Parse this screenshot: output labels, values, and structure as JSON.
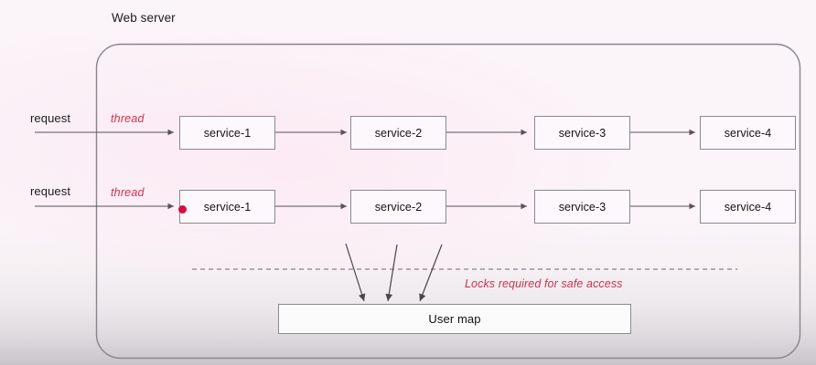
{
  "diagram": {
    "title": "Web server",
    "container_label": "Web server",
    "rows": [
      {
        "request_label": "request",
        "thread_label": "thread",
        "services": [
          "service-1",
          "service-2",
          "service-3",
          "service-4"
        ],
        "has_lock_marker": false
      },
      {
        "request_label": "request",
        "thread_label": "thread",
        "services": [
          "service-1",
          "service-2",
          "service-3",
          "service-4"
        ],
        "has_lock_marker": true
      }
    ],
    "shared_resource": {
      "label": "User map",
      "annotation": "Locks required for safe access",
      "access_arrows": 3,
      "divider": "dashed"
    },
    "colors": {
      "background": "#fbf4f8",
      "box_border": "#8d8891",
      "box_fill": "#fdf8fb",
      "accent_red": "#cf3350",
      "lock_marker": "#d80d3f",
      "arrow": "#595259",
      "text": "#1c1c1c",
      "dashed_line": "#9a949c"
    },
    "icons": {
      "lock_marker": "red-dot-icon"
    }
  }
}
